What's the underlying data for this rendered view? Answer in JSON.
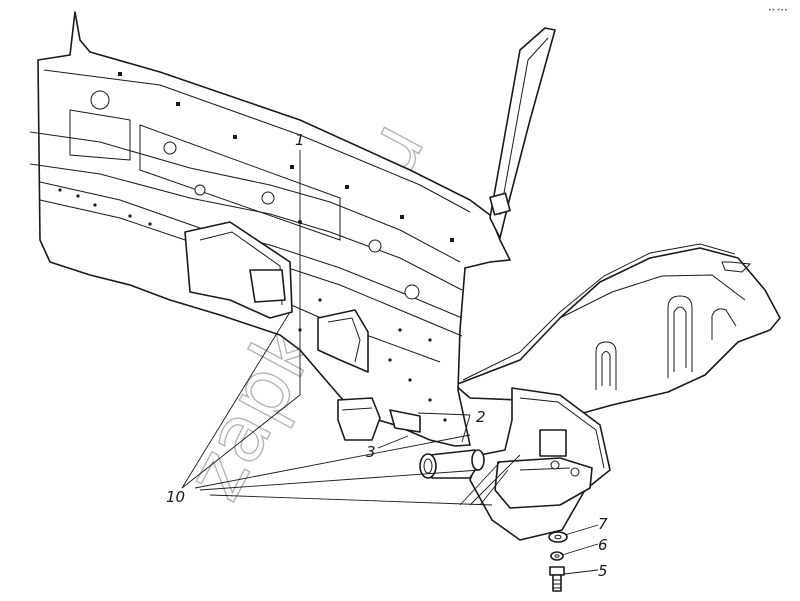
{
  "diagram": {
    "callouts": {
      "c1": "1",
      "c2": "2",
      "c3": "3",
      "c5": "5",
      "c6": "6",
      "c7": "7",
      "c10": "10"
    },
    "watermark": "zapkam.ru",
    "corner_mark": "•• •••"
  }
}
